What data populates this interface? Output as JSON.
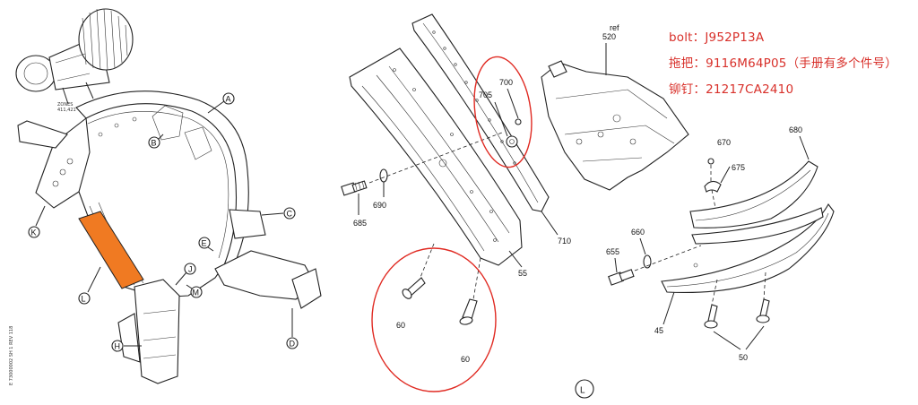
{
  "left_view": {
    "zones_caption_1": "ZONES",
    "zones_caption_2": "411,421",
    "vertical_code": "E 73000002 SH 1 REV 118",
    "views": [
      "A",
      "B",
      "C",
      "D",
      "E",
      "H",
      "J",
      "K",
      "L",
      "M"
    ],
    "highlight_color": "#f07a22"
  },
  "callouts": {
    "ref_label": "ref",
    "c520": "520",
    "c700": "700",
    "c705": "705",
    "c690": "690",
    "c685": "685",
    "c710": "710",
    "c55": "55",
    "c60a": "60",
    "c60b": "60",
    "c670": "670",
    "c675": "675",
    "c680": "680",
    "c660": "660",
    "c655": "655",
    "c45": "45",
    "c50": "50",
    "view_l": "L"
  },
  "annotations": [
    "bolt：J952P13A",
    "拖把：9116M64P05（手册有多个件号）",
    "铆钉：21217CA2410"
  ],
  "annotation_color": "#d8302a"
}
